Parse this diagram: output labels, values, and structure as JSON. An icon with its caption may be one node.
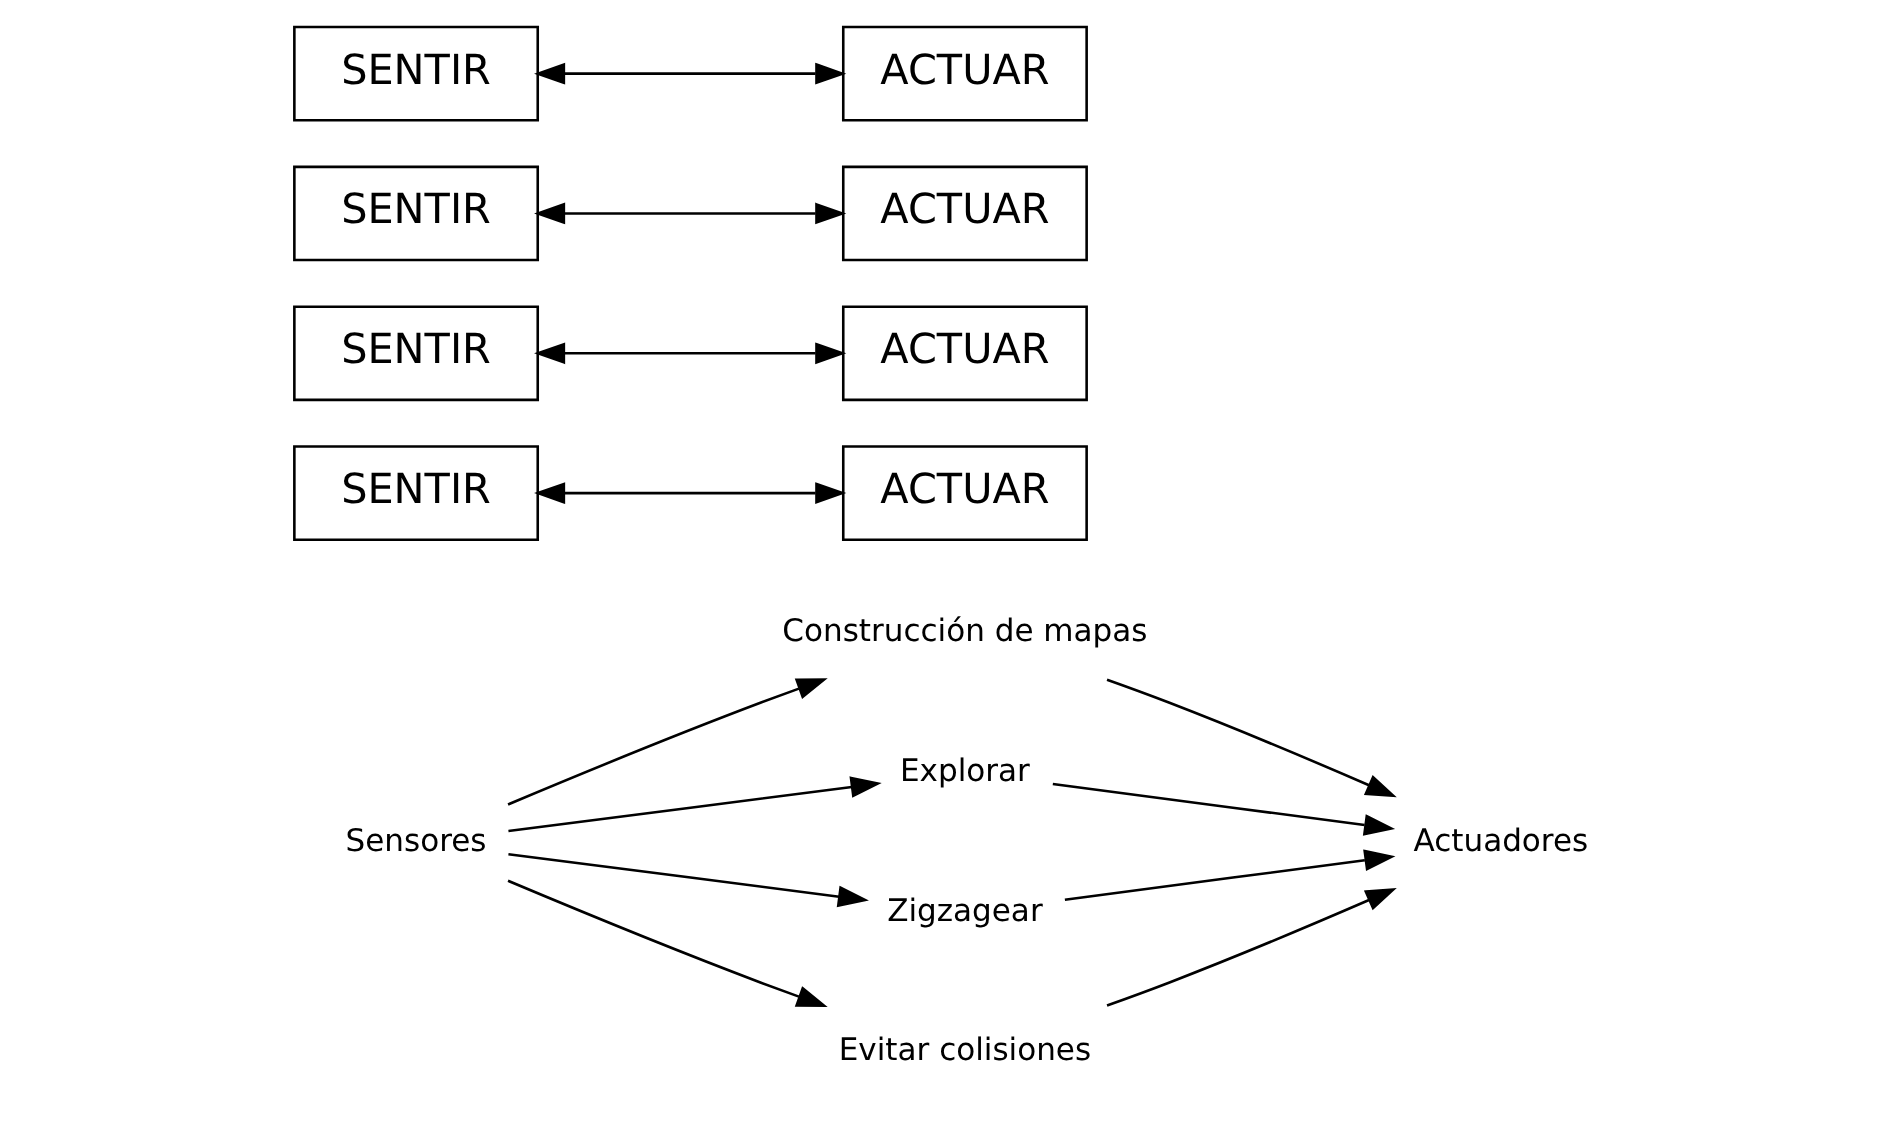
{
  "diagram": {
    "nodes": [
      {
        "text": [
          "Sensores"
        ]
      },
      {
        "text": [
          "Construcción de mapas"
        ]
      },
      {
        "text": [
          "Explorar"
        ]
      },
      {
        "text": [
          "Zigzagear"
        ]
      },
      {
        "text": [
          "Evitar colisiones"
        ]
      },
      {
        "text": [
          "Actuadores"
        ]
      },
      {
        "text": [
          "SENTIR"
        ]
      },
      {
        "text": [
          "ACTUAR"
        ]
      },
      {
        "text": [
          "SENTIR"
        ]
      },
      {
        "text": [
          "ACTUAR"
        ]
      },
      {
        "text": [
          "SENTIR"
        ]
      },
      {
        "text": [
          "ACTUAR"
        ]
      },
      {
        "text": [
          "SENTIR"
        ]
      },
      {
        "text": [
          "ACTUAR"
        ]
      }
    ],
    "edges": [
      {
        "from": 0,
        "to": 1,
        "arrow": "to"
      },
      {
        "from": 0,
        "to": 2,
        "arrow": "to"
      },
      {
        "from": 0,
        "to": 3,
        "arrow": "to"
      },
      {
        "from": 0,
        "to": 4,
        "arrow": "to"
      },
      {
        "from": 1,
        "to": 5,
        "arrow": "to"
      },
      {
        "from": 2,
        "to": 5,
        "arrow": "to"
      },
      {
        "from": 3,
        "to": 5,
        "arrow": "to"
      },
      {
        "from": 4,
        "to": 5,
        "arrow": "to"
      },
      {
        "from": 6,
        "to": 7,
        "arrow": "both"
      },
      {
        "from": 8,
        "to": 9,
        "arrow": "both"
      },
      {
        "from": 10,
        "to": 11,
        "arrow": "both"
      },
      {
        "from": 12,
        "to": 13,
        "arrow": "both"
      }
    ]
  }
}
